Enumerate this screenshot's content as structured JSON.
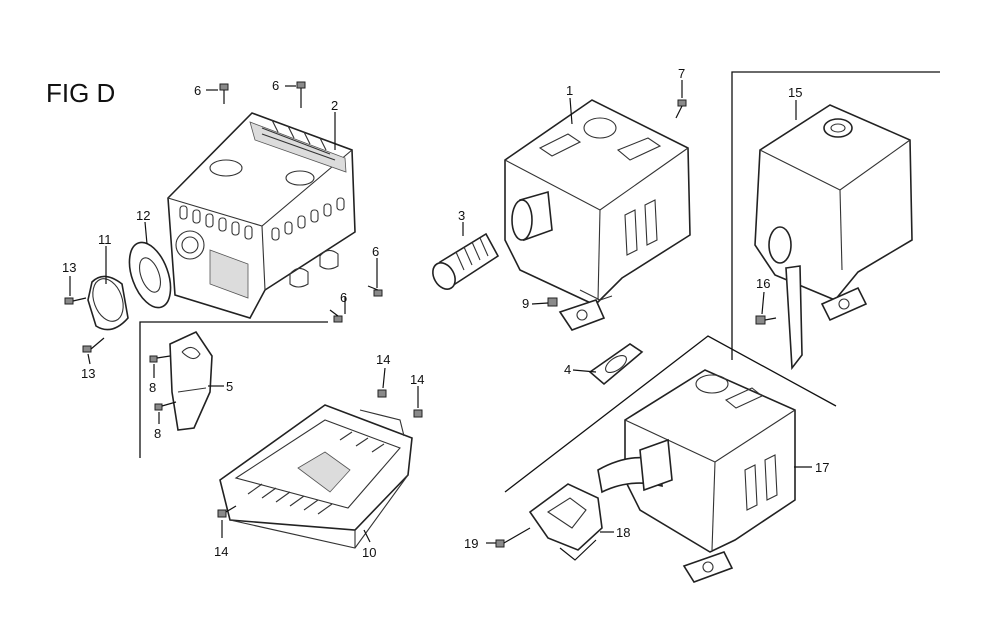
{
  "figure": {
    "title": "FIG D"
  },
  "callouts": {
    "c1": "1",
    "c2": "2",
    "c3": "3",
    "c4": "4",
    "c5": "5",
    "c6a": "6",
    "c6b": "6",
    "c6c": "6",
    "c6d": "6",
    "c7": "7",
    "c8a": "8",
    "c8b": "8",
    "c9": "9",
    "c10": "10",
    "c11": "11",
    "c12": "12",
    "c13a": "13",
    "c13b": "13",
    "c14a": "14",
    "c14b": "14",
    "c14c": "14",
    "c15": "15",
    "c16": "16",
    "c17": "17",
    "c18": "18",
    "c19": "19"
  }
}
